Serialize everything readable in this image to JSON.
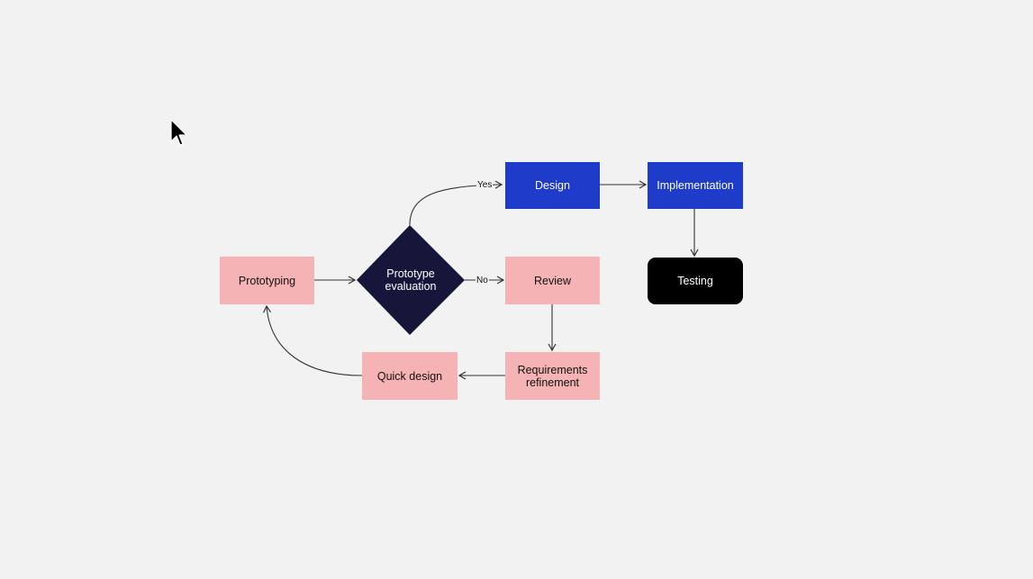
{
  "diagram": {
    "nodes": {
      "prototyping": "Prototyping",
      "prototype_evaluation": "Prototype\nevaluation",
      "design": "Design",
      "implementation": "Implementation",
      "review": "Review",
      "testing": "Testing",
      "requirements_refinement": "Requirements\nrefinement",
      "quick_design": "Quick design"
    },
    "edge_labels": {
      "yes": "Yes",
      "no": "No"
    },
    "colors": {
      "background": "#f2f2f2",
      "pink": "#f6b3b5",
      "blue": "#1f3bca",
      "diamond": "#16163a",
      "black": "#000000"
    }
  }
}
